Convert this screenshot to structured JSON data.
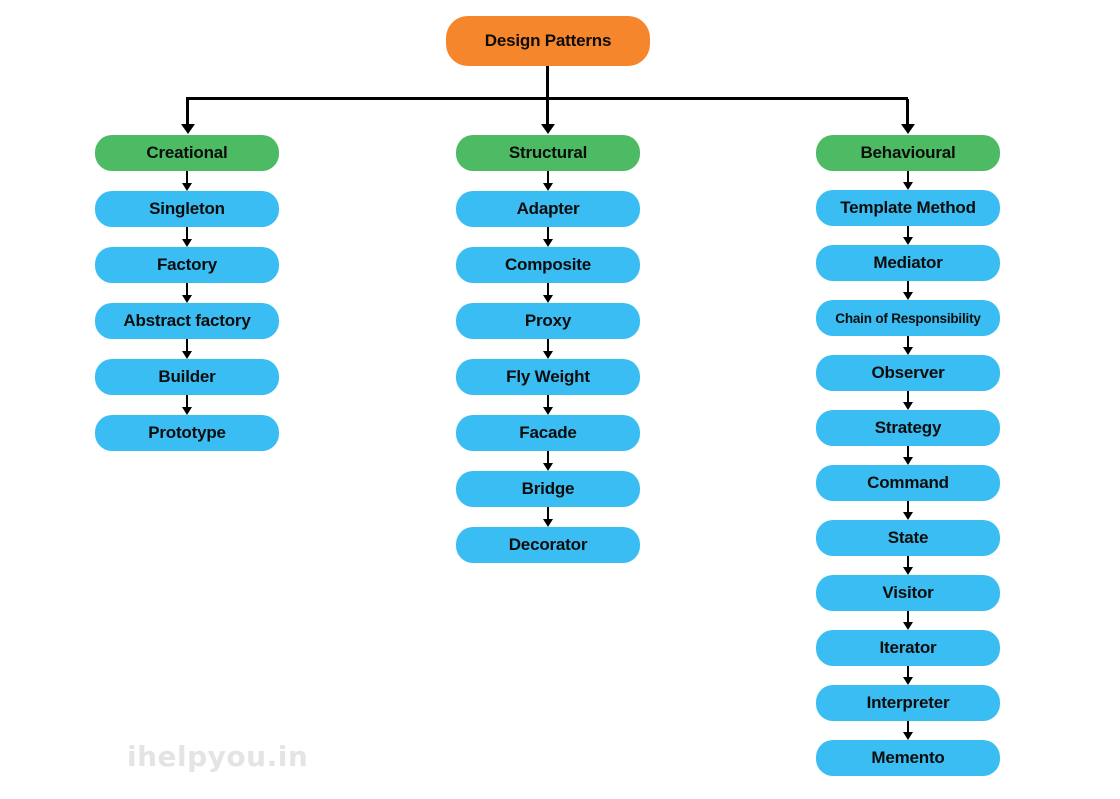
{
  "diagram": {
    "root": {
      "label": "Design Patterns"
    },
    "columns": [
      {
        "id": "creational",
        "title": "Creational",
        "items": [
          "Singleton",
          "Factory",
          "Abstract factory",
          "Builder",
          "Prototype"
        ]
      },
      {
        "id": "structural",
        "title": "Structural",
        "items": [
          "Adapter",
          "Composite",
          "Proxy",
          "Fly Weight",
          "Facade",
          "Bridge",
          "Decorator"
        ]
      },
      {
        "id": "behavioural",
        "title": "Behavioural",
        "items": [
          "Template Method",
          "Mediator",
          "Chain of Responsibility",
          "Observer",
          "Strategy",
          "Command",
          "State",
          "Visitor",
          "Iterator",
          "Interpreter",
          "Memento"
        ]
      }
    ],
    "colors": {
      "root": "#F6862B",
      "category": "#4DBB63",
      "item": "#3ABDF2",
      "connector": "#000000",
      "watermark": "#E4E4E4"
    },
    "watermark": "ihelpyou.in"
  }
}
